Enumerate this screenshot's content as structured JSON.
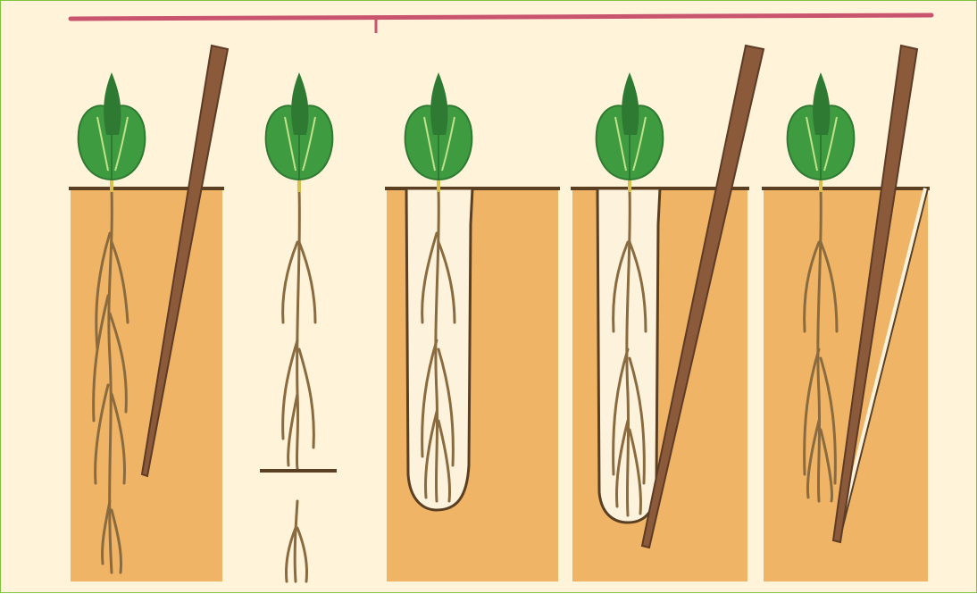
{
  "colors": {
    "background": "#fff4da",
    "frame_border": "#7fc241",
    "top_rule": "#c9546e",
    "soil": "#f0b466",
    "soil_outline": "#5a3f22",
    "leaf": "#3f9b3f",
    "leaf_dark": "#2f7a33",
    "leaf_vein": "#bfe28a",
    "stem": "#d8c04f",
    "root": "#8a6b3f",
    "peg": "#8a5a3b",
    "peg_dark": "#5e3b25",
    "hole": "#fdf3dc"
  },
  "panels": [
    {
      "stage": "seedling-in-soil-with-dibber"
    },
    {
      "stage": "seedling-lifted-root-pinched"
    },
    {
      "stage": "seedling-placed-in-hole"
    },
    {
      "stage": "dibber-inserted-beside-hole"
    },
    {
      "stage": "dibber-pressing-soil-to-root"
    }
  ]
}
